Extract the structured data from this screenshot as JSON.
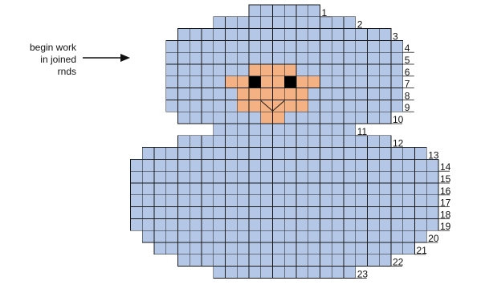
{
  "note": {
    "lines": [
      "begin work",
      "in joined",
      "rnds"
    ]
  },
  "colors": {
    "body": "#b4c7e7",
    "face": "#f4b183",
    "eye": "#000000",
    "grid": "#1a1a1a"
  },
  "chart_data": {
    "type": "grid",
    "row_labels": [
      "1",
      "2",
      "3",
      "4",
      "5",
      "6",
      "7",
      "8",
      "9",
      "10",
      "11",
      "12",
      "13",
      "14",
      "15",
      "16",
      "17",
      "18",
      "19",
      "20",
      "21",
      "22",
      "23"
    ],
    "rows": [
      {
        "label": "1",
        "start": 12,
        "count": 6
      },
      {
        "label": "2",
        "start": 9,
        "count": 12
      },
      {
        "label": "3",
        "start": 6,
        "count": 18
      },
      {
        "label": "4",
        "start": 5,
        "count": 20
      },
      {
        "label": "5",
        "start": 5,
        "count": 20
      },
      {
        "label": "6",
        "start": 5,
        "count": 20
      },
      {
        "label": "7",
        "start": 5,
        "count": 20
      },
      {
        "label": "8",
        "start": 5,
        "count": 20
      },
      {
        "label": "9",
        "start": 5,
        "count": 20
      },
      {
        "label": "10",
        "start": 6,
        "count": 18
      },
      {
        "label": "11",
        "start": 9,
        "count": 12
      },
      {
        "label": "12",
        "start": 6,
        "count": 18
      },
      {
        "label": "13",
        "start": 3,
        "count": 24
      },
      {
        "label": "14",
        "start": 2,
        "count": 26
      },
      {
        "label": "15",
        "start": 2,
        "count": 26
      },
      {
        "label": "16",
        "start": 2,
        "count": 26
      },
      {
        "label": "17",
        "start": 2,
        "count": 26
      },
      {
        "label": "18",
        "start": 2,
        "count": 26
      },
      {
        "label": "19",
        "start": 2,
        "count": 26
      },
      {
        "label": "20",
        "start": 3,
        "count": 24
      },
      {
        "label": "21",
        "start": 4,
        "count": 22
      },
      {
        "label": "22",
        "start": 6,
        "count": 18
      },
      {
        "label": "23",
        "start": 9,
        "count": 12
      }
    ],
    "face_cells": [
      [
        5,
        12
      ],
      [
        5,
        13
      ],
      [
        5,
        14
      ],
      [
        5,
        15
      ],
      [
        6,
        10
      ],
      [
        6,
        11
      ],
      [
        6,
        12
      ],
      [
        6,
        13
      ],
      [
        6,
        14
      ],
      [
        6,
        15
      ],
      [
        6,
        16
      ],
      [
        6,
        17
      ],
      [
        7,
        11
      ],
      [
        7,
        12
      ],
      [
        7,
        13
      ],
      [
        7,
        14
      ],
      [
        7,
        15
      ],
      [
        7,
        16
      ],
      [
        8,
        11
      ],
      [
        8,
        12
      ],
      [
        8,
        13
      ],
      [
        8,
        14
      ],
      [
        8,
        15
      ],
      [
        8,
        16
      ],
      [
        9,
        13
      ],
      [
        9,
        14
      ]
    ],
    "eye_cells": [
      [
        6,
        12
      ],
      [
        6,
        15
      ]
    ],
    "beak": {
      "row": 8,
      "cols": [
        13,
        14
      ]
    }
  }
}
